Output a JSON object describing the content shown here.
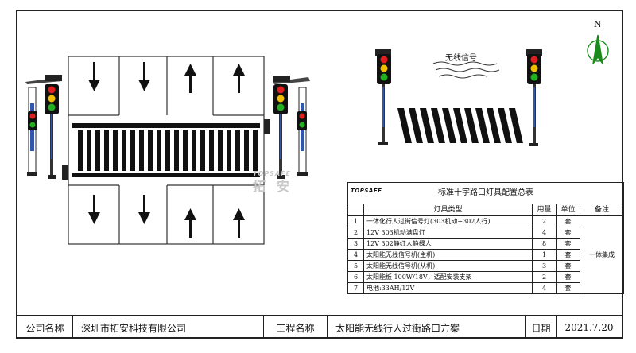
{
  "compass_label": "N",
  "wireless_label": "无线信号",
  "watermark": {
    "brand_en": "TOPSAFE",
    "brand_cn": "拓安"
  },
  "table": {
    "logo": "TOPSAFE",
    "title": "标准十字路口灯具配置总表",
    "headers": [
      "",
      "灯具类型",
      "用量",
      "单位",
      "备注"
    ],
    "rows": [
      [
        "1",
        "一体化行人过街信号灯(303机动+302人行)",
        "2",
        "套"
      ],
      [
        "2",
        "12V 303机动满盘灯",
        "4",
        "套"
      ],
      [
        "3",
        "12V 302静红人静绿人",
        "8",
        "套"
      ],
      [
        "4",
        "太阳能无线信号机(主机)",
        "1",
        "套"
      ],
      [
        "5",
        "太阳能无线信号机(从机)",
        "3",
        "套"
      ],
      [
        "6",
        "太阳能板  100W/18V，适配安装支架",
        "2",
        "套"
      ],
      [
        "7",
        "电池:33AH/12V",
        "4",
        "套"
      ]
    ],
    "remark": "一体集成"
  },
  "footer": {
    "company_label": "公司名称",
    "company": "深圳市拓安科技有限公司",
    "project_label": "工程名称",
    "project": "太阳能无线行人过街路口方案",
    "date_label": "日期",
    "date": "2021.7.20"
  }
}
